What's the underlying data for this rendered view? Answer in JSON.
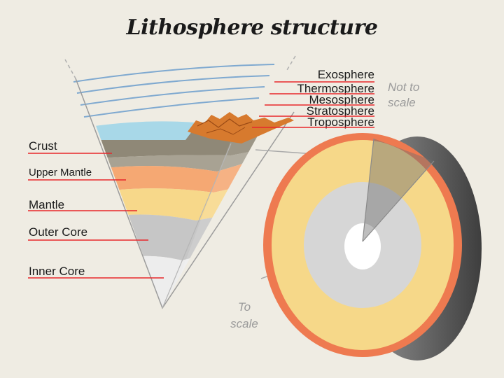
{
  "title": "Lithosphere structure",
  "interior_layers": [
    {
      "label": "Crust",
      "color": "#8f8877"
    },
    {
      "label": "Upper Mantle",
      "color": "#f5a873"
    },
    {
      "label": "Mantle",
      "color": "#f7d88a"
    },
    {
      "label": "Outer Core",
      "color": "#c6c6c6"
    },
    {
      "label": "Inner Core",
      "color": "#ededed"
    }
  ],
  "atmosphere_layers": [
    "Exosphere",
    "Thermosphere",
    "Mesosphere",
    "Stratosphere",
    "Troposphere"
  ],
  "notes": {
    "not_to_scale": [
      "Not to",
      "scale"
    ],
    "to_scale": [
      "To",
      "scale"
    ]
  },
  "colors": {
    "leader_line": "#e8262b",
    "atmosphere_line": "#7fa9d0",
    "ocean": "#a8d8e8",
    "mountains": "#d77a2e",
    "sphere_rim": "#ee7a50",
    "sphere_mantle": "#f6d889",
    "sphere_outer_core": "#d6d6d6",
    "sphere_inner_core": "#ffffff"
  }
}
